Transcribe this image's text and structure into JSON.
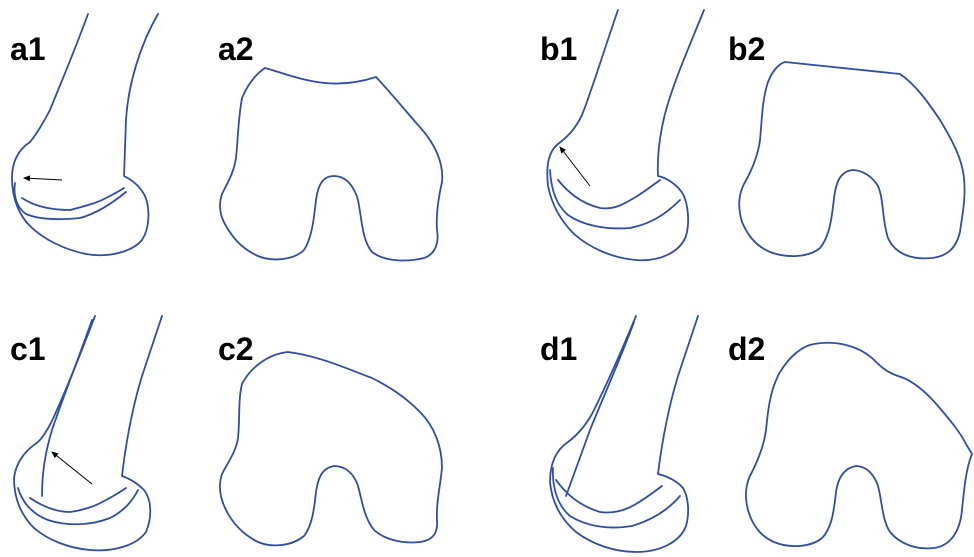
{
  "panels": [
    {
      "id": "a1",
      "label": "a1"
    },
    {
      "id": "a2",
      "label": "a2"
    },
    {
      "id": "b1",
      "label": "b1"
    },
    {
      "id": "b2",
      "label": "b2"
    },
    {
      "id": "c1",
      "label": "c1"
    },
    {
      "id": "c2",
      "label": "c2"
    },
    {
      "id": "d1",
      "label": "d1"
    },
    {
      "id": "d2",
      "label": "d2"
    }
  ],
  "colors": {
    "outline": "#2f4fa3",
    "arrow": "#000000",
    "label": "#000000",
    "background": "#ffffff"
  }
}
